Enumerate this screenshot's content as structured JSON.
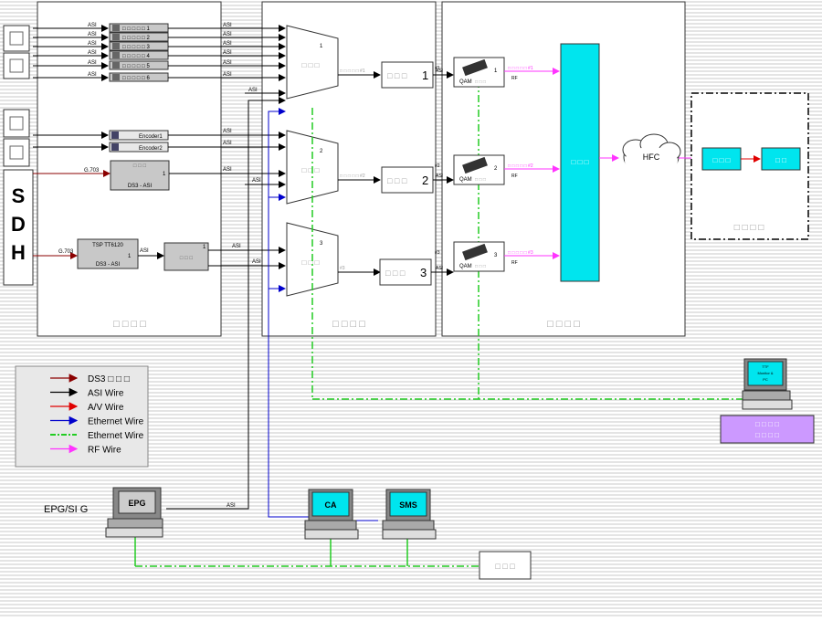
{
  "signals": {
    "asi": "ASI",
    "g703": "G.703",
    "rf": "RF",
    "encoder1": "Encoder1",
    "encoder2": "Encoder2",
    "ds3_asi": "DS3 - ASI",
    "tsp": "TSP TT6120",
    "qam": "QAM",
    "hfc": "HFC",
    "sdh": [
      "S",
      "D",
      "H"
    ]
  },
  "blocks": {
    "placeholder3": "□ □ □",
    "placeholder4": "□ □ □ □",
    "placeholder2": "□ □",
    "box_glyph": "□"
  },
  "encoders": {
    "rows": [
      {
        "label": "□ □ □ □ □ 1"
      },
      {
        "label": "□ □ □ □ □ 2"
      },
      {
        "label": "□ □ □ □ □ 3"
      },
      {
        "label": "□ □ □ □ □ 4"
      },
      {
        "label": "□ □ □ □ □ 5"
      },
      {
        "label": "□ □ □ □ □ 6"
      }
    ]
  },
  "mux": {
    "units": [
      {
        "num": "1",
        "out_tag": "□ □ □ □ □ #1",
        "box_num": "1"
      },
      {
        "num": "2",
        "out_tag": "□ □ □ □ □ #2",
        "box_num": "2"
      },
      {
        "num": "3",
        "out_tag": "#3",
        "box_num": "3"
      }
    ]
  },
  "qam": {
    "units": [
      {
        "num": "1",
        "in_tag": "#1",
        "out_tag": "□ □ □ □ □ #1"
      },
      {
        "num": "2",
        "in_tag": "#2",
        "out_tag": "□ □ □ □ □ #2"
      },
      {
        "num": "3",
        "in_tag": "#3",
        "out_tag": "□ □ □ □ □ #3"
      }
    ]
  },
  "monitor": {
    "screen_line1": "TTF",
    "screen_line2": "Monitor &",
    "screen_line3": "PC"
  },
  "legend": {
    "items": [
      {
        "label": "DS3 □ □ □",
        "color": "#8b0000"
      },
      {
        "label": "ASI Wire",
        "color": "#000000"
      },
      {
        "label": "A/V Wire",
        "color": "#e00000"
      },
      {
        "label": "Ethernet Wire",
        "color": "#0000cc"
      },
      {
        "label": "Ethernet Wire",
        "color": "#22cc22"
      },
      {
        "label": "RF Wire",
        "color": "#ff33ff"
      }
    ]
  },
  "workstations": {
    "epg": "EPG",
    "epg_side": "EPG/SI G",
    "ca": "CA",
    "sms": "SMS"
  },
  "colors": {
    "cyan": "#00e5ee",
    "lavender": "#cc99ff",
    "ethernet_green": "#22cc22",
    "rf_magenta": "#ff33ff",
    "ds3": "#8b0000",
    "ethernet_blue": "#0000cc"
  }
}
